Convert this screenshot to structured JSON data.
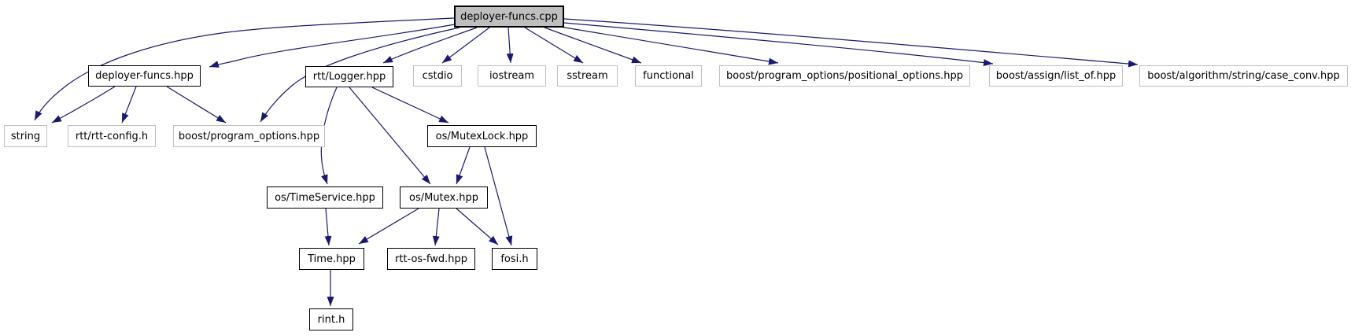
{
  "diagram": {
    "type": "include-dependency-graph",
    "root": "deployer-funcs.cpp",
    "colors": {
      "edge": "#191970",
      "root_fill": "#bfbfbf",
      "node_fill": "#ffffff",
      "linked_border": "#000000",
      "external_border": "#bfbfbf",
      "text": "#000000"
    },
    "nodes": [
      {
        "id": "deployer-funcs-cpp",
        "label": "deployer-funcs.cpp",
        "kind": "root"
      },
      {
        "id": "deployer-funcs-hpp",
        "label": "deployer-funcs.hpp",
        "kind": "linked"
      },
      {
        "id": "rtt-logger-hpp",
        "label": "rtt/Logger.hpp",
        "kind": "linked"
      },
      {
        "id": "cstdio",
        "label": "cstdio",
        "kind": "external"
      },
      {
        "id": "iostream",
        "label": "iostream",
        "kind": "external"
      },
      {
        "id": "sstream",
        "label": "sstream",
        "kind": "external"
      },
      {
        "id": "functional",
        "label": "functional",
        "kind": "external"
      },
      {
        "id": "boost-positional-options",
        "label": "boost/program_options/positional_options.hpp",
        "kind": "external"
      },
      {
        "id": "boost-list-of",
        "label": "boost/assign/list_of.hpp",
        "kind": "external"
      },
      {
        "id": "boost-case-conv",
        "label": "boost/algorithm/string/case_conv.hpp",
        "kind": "external"
      },
      {
        "id": "string",
        "label": "string",
        "kind": "external"
      },
      {
        "id": "rtt-config-h",
        "label": "rtt/rtt-config.h",
        "kind": "external"
      },
      {
        "id": "boost-program-options",
        "label": "boost/program_options.hpp",
        "kind": "external"
      },
      {
        "id": "os-mutexlock-hpp",
        "label": "os/MutexLock.hpp",
        "kind": "linked"
      },
      {
        "id": "os-timeservice-hpp",
        "label": "os/TimeService.hpp",
        "kind": "linked"
      },
      {
        "id": "os-mutex-hpp",
        "label": "os/Mutex.hpp",
        "kind": "linked"
      },
      {
        "id": "time-hpp",
        "label": "Time.hpp",
        "kind": "linked"
      },
      {
        "id": "rtt-os-fwd-hpp",
        "label": "rtt-os-fwd.hpp",
        "kind": "linked"
      },
      {
        "id": "fosi-h",
        "label": "fosi.h",
        "kind": "linked"
      },
      {
        "id": "rint-h",
        "label": "rint.h",
        "kind": "linked"
      }
    ],
    "edges": [
      {
        "from": "deployer-funcs.cpp",
        "to": "deployer-funcs.hpp"
      },
      {
        "from": "deployer-funcs.cpp",
        "to": "string"
      },
      {
        "from": "deployer-funcs.cpp",
        "to": "rtt/Logger.hpp"
      },
      {
        "from": "deployer-funcs.cpp",
        "to": "boost/program_options.hpp"
      },
      {
        "from": "deployer-funcs.cpp",
        "to": "cstdio"
      },
      {
        "from": "deployer-funcs.cpp",
        "to": "iostream"
      },
      {
        "from": "deployer-funcs.cpp",
        "to": "sstream"
      },
      {
        "from": "deployer-funcs.cpp",
        "to": "functional"
      },
      {
        "from": "deployer-funcs.cpp",
        "to": "boost/program_options/positional_options.hpp"
      },
      {
        "from": "deployer-funcs.cpp",
        "to": "boost/assign/list_of.hpp"
      },
      {
        "from": "deployer-funcs.cpp",
        "to": "boost/algorithm/string/case_conv.hpp"
      },
      {
        "from": "deployer-funcs.hpp",
        "to": "string"
      },
      {
        "from": "deployer-funcs.hpp",
        "to": "rtt/rtt-config.h"
      },
      {
        "from": "deployer-funcs.hpp",
        "to": "boost/program_options.hpp"
      },
      {
        "from": "rtt/Logger.hpp",
        "to": "os/MutexLock.hpp"
      },
      {
        "from": "rtt/Logger.hpp",
        "to": "os/TimeService.hpp"
      },
      {
        "from": "rtt/Logger.hpp",
        "to": "os/Mutex.hpp"
      },
      {
        "from": "os/MutexLock.hpp",
        "to": "os/Mutex.hpp"
      },
      {
        "from": "os/MutexLock.hpp",
        "to": "fosi.h"
      },
      {
        "from": "os/TimeService.hpp",
        "to": "Time.hpp"
      },
      {
        "from": "os/Mutex.hpp",
        "to": "Time.hpp"
      },
      {
        "from": "os/Mutex.hpp",
        "to": "rtt-os-fwd.hpp"
      },
      {
        "from": "os/Mutex.hpp",
        "to": "fosi.h"
      },
      {
        "from": "Time.hpp",
        "to": "rint.h"
      }
    ]
  }
}
